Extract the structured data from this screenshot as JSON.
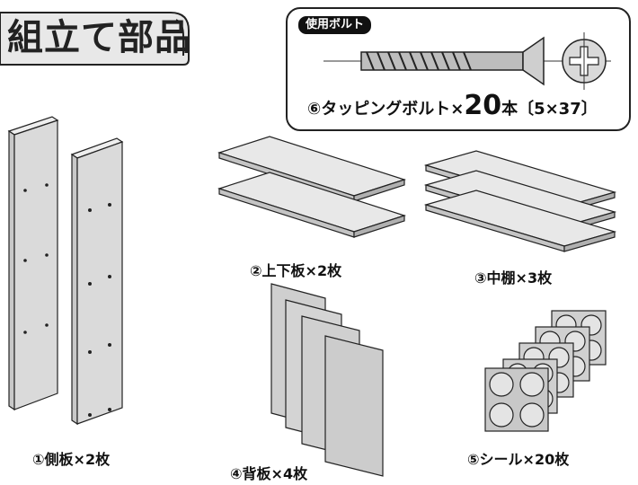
{
  "title": "組立て部品",
  "bolt_box": {
    "badge": "使用ボルト",
    "caption_prefix": "⑥タッピングボルト×",
    "caption_count": "20",
    "caption_suffix": "本〔5×37〕"
  },
  "parts": [
    {
      "label": "①側板×2枚"
    },
    {
      "label": "②上下板×2枚"
    },
    {
      "label": "③中棚×3枚"
    },
    {
      "label": "④背板×4枚"
    },
    {
      "label": "⑤シール×20枚"
    }
  ]
}
